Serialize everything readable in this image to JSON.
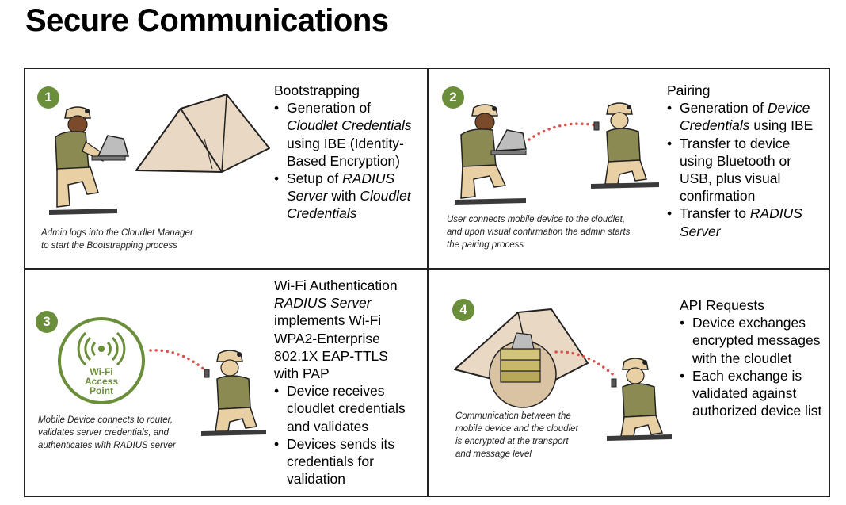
{
  "title": "Secure Communications",
  "colors": {
    "badge": "#6b8e3a",
    "dots": "#d9534f",
    "tan": "#e9d9c4",
    "uniform": "#e8cfa4",
    "vest": "#8a8a52",
    "skin": "#7a4a2a"
  },
  "panels": [
    {
      "number": "1",
      "caption_lines": [
        "Admin logs into the Cloudlet Manager",
        "to start the Bootstrapping process"
      ],
      "heading": "Bootstrapping",
      "bullets": [
        [
          "Generation of ",
          {
            "i": "Cloudlet Credentials"
          },
          " using IBE (Identity-Based Encryption)"
        ],
        [
          "Setup of ",
          {
            "i": "RADIUS Server"
          },
          " with ",
          {
            "i": "Cloudlet Credentials"
          }
        ]
      ]
    },
    {
      "number": "2",
      "caption_lines": [
        "User connects mobile device to the cloudlet,",
        "and upon visual confirmation the admin starts",
        "the pairing process"
      ],
      "heading": "Pairing",
      "bullets": [
        [
          "Generation of ",
          {
            "i": "Device Credentials"
          },
          " using IBE"
        ],
        [
          "Transfer to device using Bluetooth or USB, plus visual confirmation"
        ],
        [
          "Transfer to ",
          {
            "i": "RADIUS Server"
          }
        ]
      ]
    },
    {
      "number": "3",
      "caption_lines": [
        "Mobile Device connects to router,",
        "validates server credentials, and",
        "authenticates with RADIUS server"
      ],
      "heading": "Wi-Fi Authentication",
      "sub_lines": [
        [
          {
            "i": "RADIUS Server"
          }
        ],
        [
          "implements Wi-Fi"
        ],
        [
          "WPA2-Enterprise"
        ],
        [
          "802.1X EAP-TTLS"
        ],
        [
          "with PAP"
        ]
      ],
      "bullets": [
        [
          "Device receives cloudlet credentials and validates"
        ],
        [
          "Devices sends its credentials for validation"
        ]
      ],
      "ap_label": [
        "Wi-Fi",
        "Access",
        "Point"
      ]
    },
    {
      "number": "4",
      "caption_lines": [
        "Communication between the",
        "mobile device and the cloudlet",
        "is encrypted at the transport",
        "and message level"
      ],
      "heading": "API Requests",
      "bullets": [
        [
          "Device exchanges encrypted messages with the cloudlet"
        ],
        [
          "Each exchange is validated against authorized device list"
        ]
      ]
    }
  ]
}
